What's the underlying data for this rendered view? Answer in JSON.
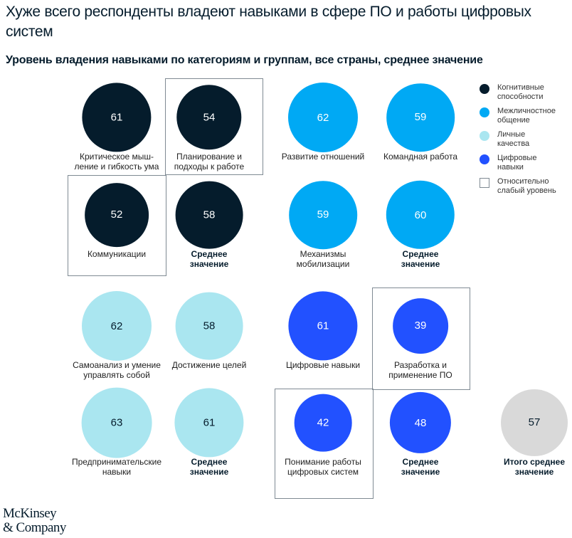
{
  "title": "Хуже всего респонденты владеют навыками в сфере ПО и работы цифровых систем",
  "subtitle": "Уровень владения навыками по категориям и группам, все страны, среднее значение",
  "chart_data": {
    "type": "bubble-grid",
    "title": "Хуже всего респонденты владеют навыками в сфере ПО и работы цифровых систем",
    "subtitle": "Уровень владения навыками по категориям и группам, все страны, среднее значение",
    "colors": {
      "cognitive": "#051c2c",
      "interpersonal": "#00a9f4",
      "self": "#aae6f0",
      "digital": "#2251ff",
      "total": "#d9d9d9"
    },
    "items": [
      {
        "label": "Критическое мыш-\nление и гибкость ума",
        "value": 61,
        "group": "cognitive",
        "weak": false,
        "bold": false
      },
      {
        "label": "Планирование и\nподходы к работе",
        "value": 54,
        "group": "cognitive",
        "weak": true,
        "bold": false
      },
      {
        "label": "Коммуникации",
        "value": 52,
        "group": "cognitive",
        "weak": true,
        "bold": false
      },
      {
        "label": "Среднее\nзначение",
        "value": 58,
        "group": "cognitive",
        "weak": false,
        "bold": true
      },
      {
        "label": "Развитие отношений",
        "value": 62,
        "group": "interpersonal",
        "weak": false,
        "bold": false
      },
      {
        "label": "Командная работа",
        "value": 59,
        "group": "interpersonal",
        "weak": false,
        "bold": false
      },
      {
        "label": "Механизмы\nмобилизации",
        "value": 59,
        "group": "interpersonal",
        "weak": false,
        "bold": false
      },
      {
        "label": "Среднее\nзначение",
        "value": 60,
        "group": "interpersonal",
        "weak": false,
        "bold": true
      },
      {
        "label": "Самоанализ и умение\nуправлять собой",
        "value": 62,
        "group": "self",
        "weak": false,
        "bold": false
      },
      {
        "label": "Достижение целей",
        "value": 58,
        "group": "self",
        "weak": false,
        "bold": false
      },
      {
        "label": "Предпринимательские\nнавыки",
        "value": 63,
        "group": "self",
        "weak": false,
        "bold": false
      },
      {
        "label": "Среднее\nзначение",
        "value": 61,
        "group": "self",
        "weak": false,
        "bold": true
      },
      {
        "label": "Цифровые навыки",
        "value": 61,
        "group": "digital",
        "weak": false,
        "bold": false
      },
      {
        "label": "Разработка и\nприменение ПО",
        "value": 39,
        "group": "digital",
        "weak": true,
        "bold": false
      },
      {
        "label": "Понимание работы\nцифровых систем",
        "value": 42,
        "group": "digital",
        "weak": true,
        "bold": false
      },
      {
        "label": "Среднее\nзначение",
        "value": 48,
        "group": "digital",
        "weak": false,
        "bold": true
      },
      {
        "label": "Итого среднее\nзначение",
        "value": 57,
        "group": "total",
        "weak": false,
        "bold": true
      }
    ],
    "legend": [
      {
        "label": "Когнитивные\nспособности",
        "group": "cognitive"
      },
      {
        "label": "Межличностное\nобщение",
        "group": "interpersonal"
      },
      {
        "label": "Личные\nкачества",
        "group": "self"
      },
      {
        "label": "Цифровые\nнавыки",
        "group": "digital"
      },
      {
        "label": "Относительно\nслабый уровень",
        "group": "weak"
      }
    ]
  },
  "logo": "McKinsey\n& Company"
}
